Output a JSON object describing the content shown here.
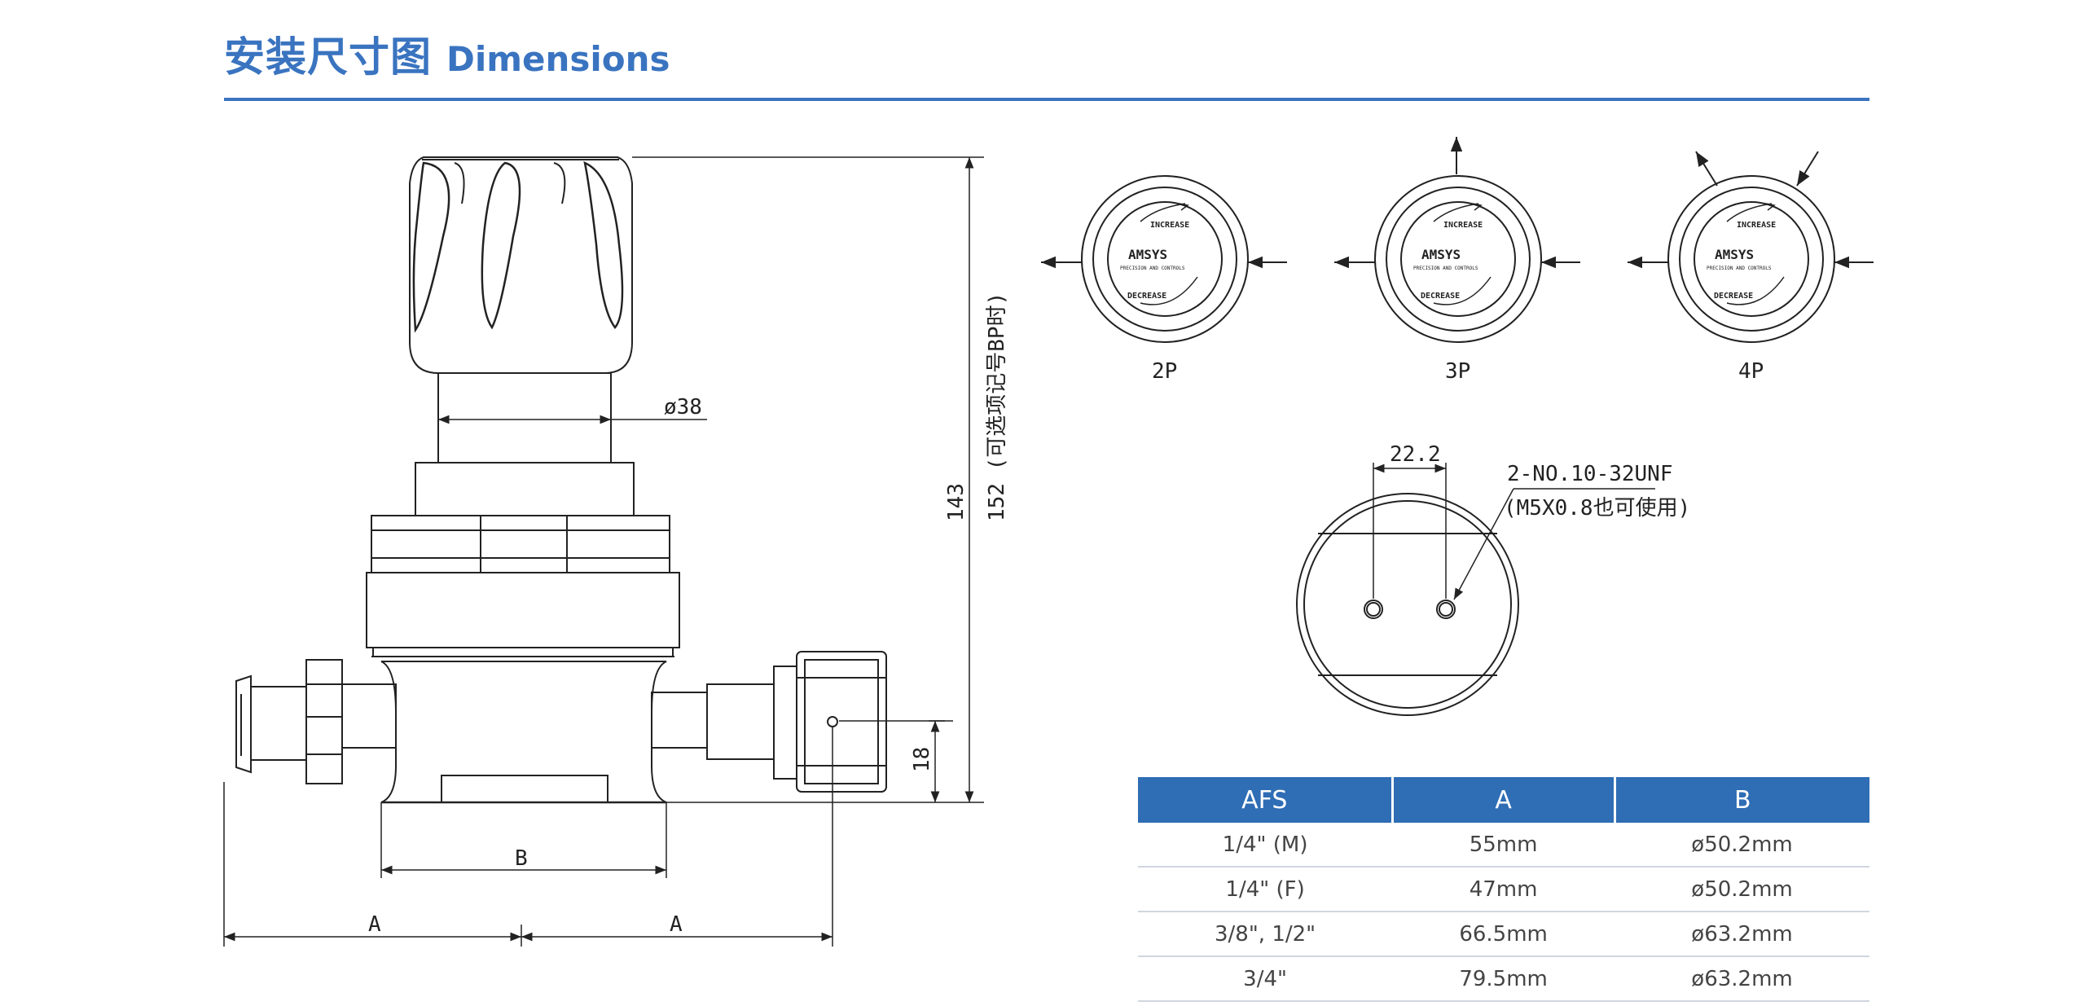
{
  "header": {
    "title_zh": "安装尺寸图",
    "title_en": "Dimensions"
  },
  "drawing": {
    "dia_knob_label": "ø38",
    "overall_height_143": "143",
    "overall_height_152": "152 (可选项记号BP时)",
    "port_height": "18",
    "dim_b": "B",
    "dim_a_left": "A",
    "dim_a_right": "A"
  },
  "ports": {
    "labels": [
      "2P",
      "3P",
      "4P"
    ],
    "knob_text": {
      "increase": "INCREASE",
      "brand": "AMSYS",
      "tagline": "PRECISION AND CONTROLS",
      "decrease": "DECREASE"
    }
  },
  "mount": {
    "spacing": "22.2",
    "thread": "2-NO.10-32UNF",
    "thread_alt": "(M5X0.8也可使用)"
  },
  "table": {
    "headers": [
      "AFS",
      "A",
      "B"
    ],
    "rows": [
      [
        "1/4\" (M)",
        "55mm",
        "ø50.2mm"
      ],
      [
        "1/4\" (F)",
        "47mm",
        "ø50.2mm"
      ],
      [
        "3/8\", 1/2\"",
        "66.5mm",
        "ø63.2mm"
      ],
      [
        "3/4\"",
        "79.5mm",
        "ø63.2mm"
      ]
    ]
  },
  "colors": {
    "accent": "#3a74c0",
    "table_header": "#2f6db5",
    "line": "#222222"
  }
}
